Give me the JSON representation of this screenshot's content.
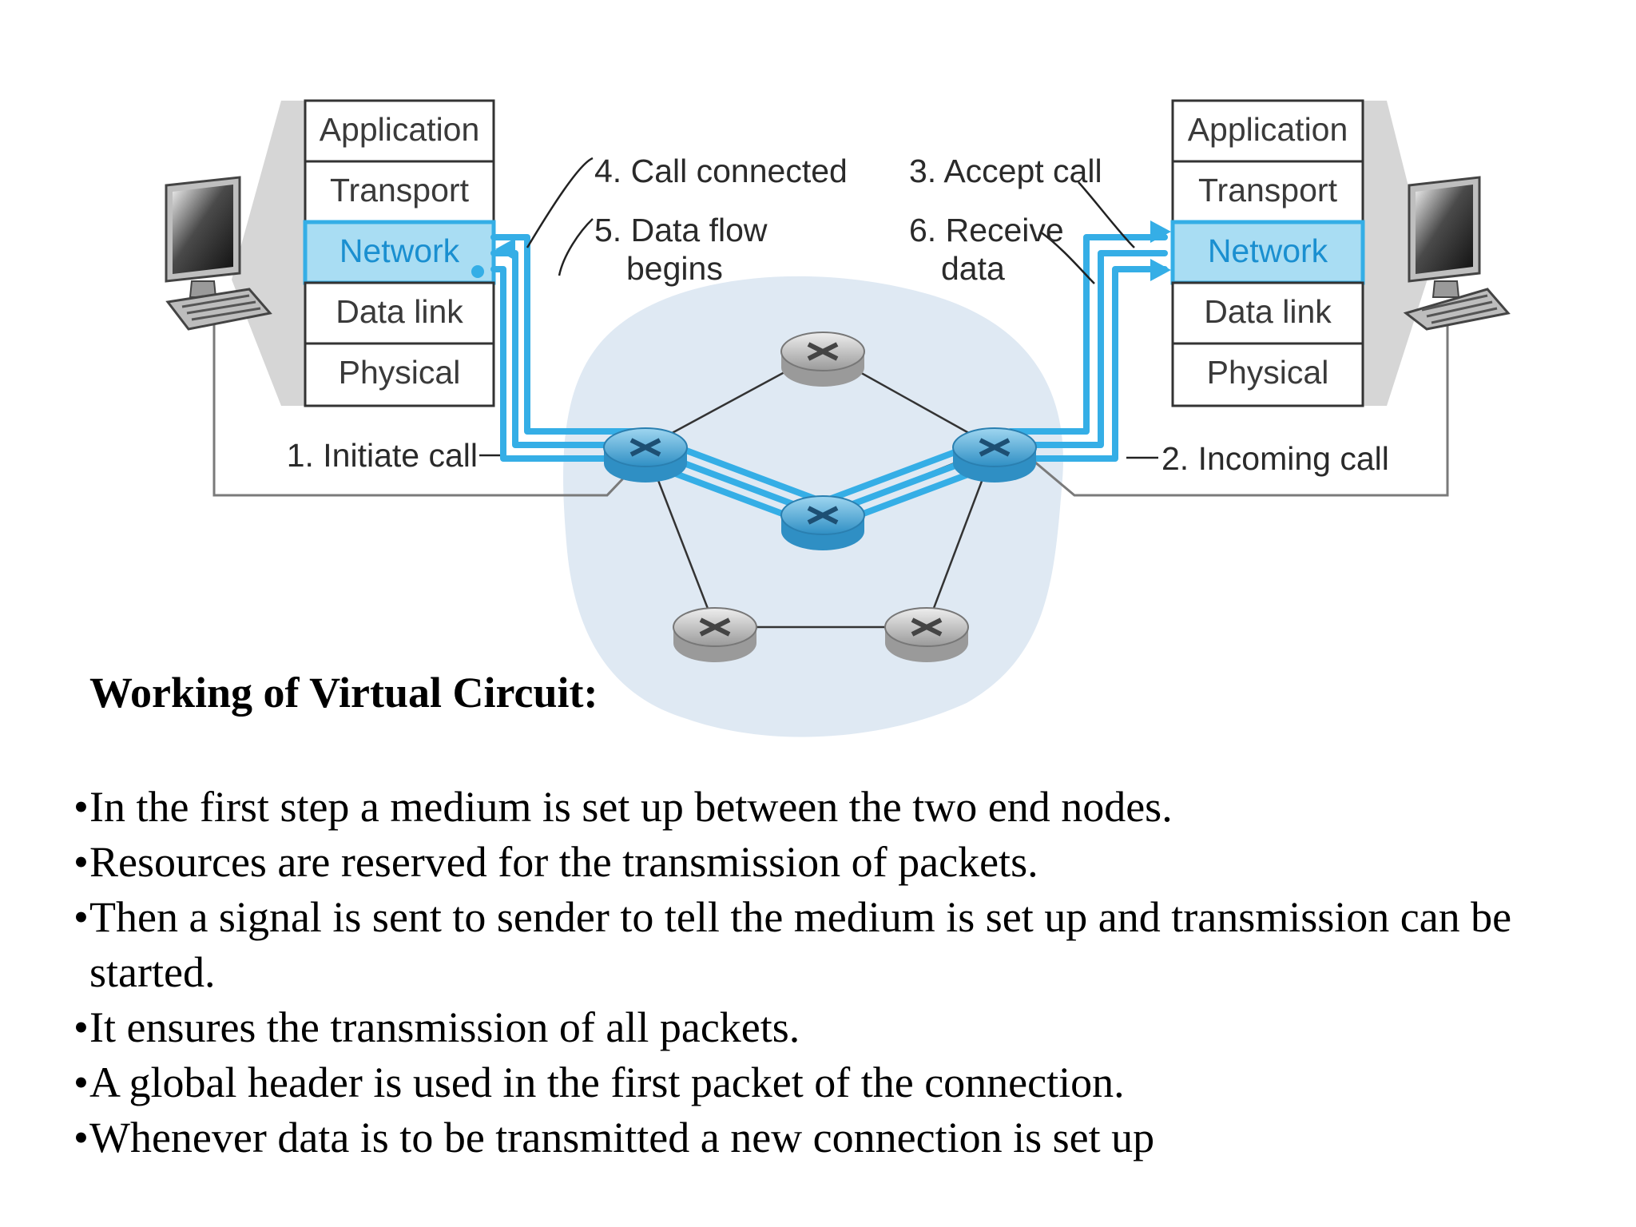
{
  "diagram": {
    "left_stack": [
      "Application",
      "Transport",
      "Network",
      "Data link",
      "Physical"
    ],
    "right_stack": [
      "Application",
      "Transport",
      "Network",
      "Data link",
      "Physical"
    ],
    "highlight_layer": "Network",
    "steps": {
      "initiate": "1. Initiate call",
      "incoming": "2. Incoming call",
      "accept": "3. Accept call",
      "connected": "4. Call connected",
      "dataflow_1": "5. Data flow",
      "dataflow_2": "begins",
      "receive_1": "6. Receive",
      "receive_2": "data"
    },
    "colors": {
      "path_blue": "#35aee6",
      "highlight_fill": "#a9ddf3",
      "network_cloud": "#dfe9f3",
      "router_blue": "#4aa9d6",
      "router_gray": "#bcbcbc"
    }
  },
  "heading": "Working of Virtual Circuit:",
  "bullets": [
    "In the first step a medium is set up between the two end nodes.",
    "Resources are reserved for the transmission of packets.",
    "Then a signal is sent to sender to tell the medium is set up and transmission can be started.",
    "It ensures the transmission of all packets.",
    "A global header is used in the first packet of the connection.",
    "Whenever data is to be transmitted a new connection is set up"
  ]
}
